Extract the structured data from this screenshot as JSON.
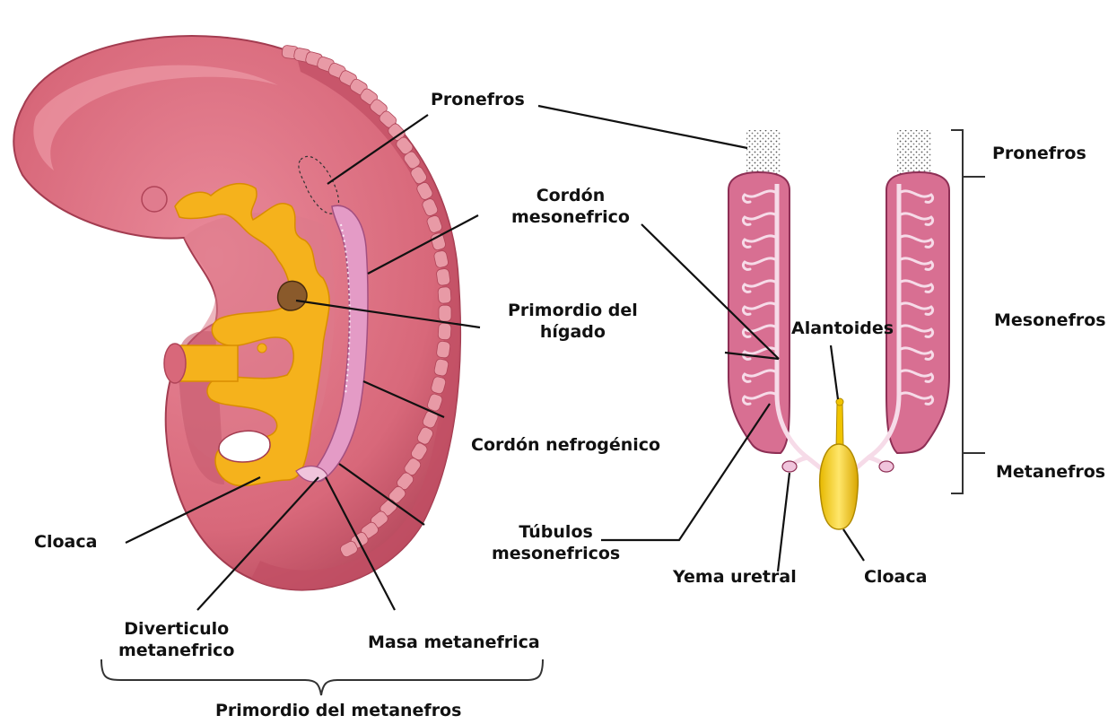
{
  "labels": {
    "pronefros_left": "Pronefros",
    "cordon_mesonefrico": [
      "Cordón",
      "mesonefrico"
    ],
    "primordio_higado": [
      "Primordio del",
      "hígado"
    ],
    "cordon_nefrogenico": "Cordón nefrogénico",
    "tubulos_mesonefricos": [
      "Túbulos",
      "mesonefricos"
    ],
    "cloaca_left": "Cloaca",
    "diverticulo_metanefrico": [
      "Diverticulo",
      "metanefrico"
    ],
    "masa_metanefrica": "Masa metanefrica",
    "primordio_metanefros": "Primordio del metanefros",
    "alantoides": "Alantoides",
    "yema_uretral": "Yema uretral",
    "cloaca_right": "Cloaca",
    "pronefros_right": "Pronefros",
    "mesonefros": "Mesonefros",
    "metanefros": "Metanefros"
  },
  "colors": {
    "embryo_body": "#d8687a",
    "embryo_dark": "#b04458",
    "somite": "#e89aa6",
    "gut_yellow": "#f5b21c",
    "mesonephric_pink": "#e49bc6",
    "kidney_fill": "#d86f92",
    "tubule_white": "#f6dbe8",
    "line": "#111111"
  }
}
